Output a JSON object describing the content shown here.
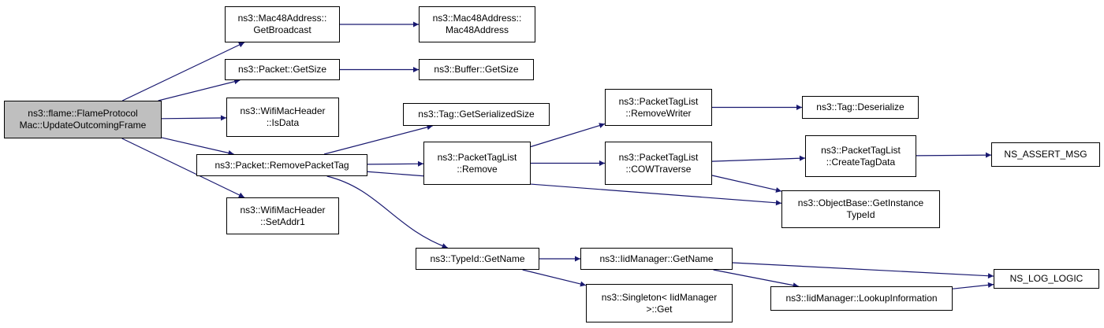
{
  "colors": {
    "edge": "#191970",
    "node_border": "#000000",
    "root_fill": "#bfbfbf",
    "node_fill": "#ffffff"
  },
  "nodes": [
    {
      "id": "root",
      "lines": [
        "ns3::flame::FlameProtocol",
        "Mac::UpdateOutcomingFrame"
      ],
      "root": true
    },
    {
      "id": "mac48-get-broadcast",
      "lines": [
        "ns3::Mac48Address::",
        "GetBroadcast"
      ]
    },
    {
      "id": "mac48-ctor",
      "lines": [
        "ns3::Mac48Address::",
        "Mac48Address"
      ]
    },
    {
      "id": "packet-get-size",
      "lines": [
        "ns3::Packet::GetSize"
      ]
    },
    {
      "id": "buffer-get-size",
      "lines": [
        "ns3::Buffer::GetSize"
      ]
    },
    {
      "id": "wifi-is-data",
      "lines": [
        "ns3::WifiMacHeader",
        "::IsData"
      ]
    },
    {
      "id": "tag-get-serialized-size",
      "lines": [
        "ns3::Tag::GetSerializedSize"
      ]
    },
    {
      "id": "packet-remove-packet-tag",
      "lines": [
        "ns3::Packet::RemovePacketTag"
      ]
    },
    {
      "id": "ptl-remove",
      "lines": [
        "ns3::PacketTagList",
        "::Remove"
      ]
    },
    {
      "id": "ptl-remove-writer",
      "lines": [
        "ns3::PacketTagList",
        "::RemoveWriter"
      ]
    },
    {
      "id": "tag-deserialize",
      "lines": [
        "ns3::Tag::Deserialize"
      ]
    },
    {
      "id": "ptl-cow-traverse",
      "lines": [
        "ns3::PacketTagList",
        "::COWTraverse"
      ]
    },
    {
      "id": "ptl-create-tag-data",
      "lines": [
        "ns3::PacketTagList",
        "::CreateTagData"
      ]
    },
    {
      "id": "ns-assert-msg",
      "lines": [
        "NS_ASSERT_MSG"
      ]
    },
    {
      "id": "objectbase-get-instance-typeid",
      "lines": [
        "ns3::ObjectBase::GetInstance",
        "TypeId"
      ]
    },
    {
      "id": "wifi-set-addr1",
      "lines": [
        "ns3::WifiMacHeader",
        "::SetAddr1"
      ]
    },
    {
      "id": "typeid-get-name",
      "lines": [
        "ns3::TypeId::GetName"
      ]
    },
    {
      "id": "iidmanager-get-name",
      "lines": [
        "ns3::IidManager::GetName"
      ]
    },
    {
      "id": "ns-log-logic",
      "lines": [
        "NS_LOG_LOGIC"
      ]
    },
    {
      "id": "iidmanager-lookup-information",
      "lines": [
        "ns3::IidManager::LookupInformation"
      ]
    },
    {
      "id": "singleton-get",
      "lines": [
        "ns3::Singleton< IidManager",
        ">::Get"
      ]
    }
  ],
  "edges": [
    {
      "from": "root",
      "to": "mac48-get-broadcast"
    },
    {
      "from": "root",
      "to": "packet-get-size"
    },
    {
      "from": "root",
      "to": "wifi-is-data"
    },
    {
      "from": "root",
      "to": "packet-remove-packet-tag"
    },
    {
      "from": "root",
      "to": "wifi-set-addr1"
    },
    {
      "from": "mac48-get-broadcast",
      "to": "mac48-ctor"
    },
    {
      "from": "packet-get-size",
      "to": "buffer-get-size"
    },
    {
      "from": "packet-remove-packet-tag",
      "to": "tag-get-serialized-size"
    },
    {
      "from": "packet-remove-packet-tag",
      "to": "ptl-remove"
    },
    {
      "from": "packet-remove-packet-tag",
      "to": "objectbase-get-instance-typeid"
    },
    {
      "from": "packet-remove-packet-tag",
      "to": "typeid-get-name"
    },
    {
      "from": "ptl-remove",
      "to": "ptl-remove-writer"
    },
    {
      "from": "ptl-remove",
      "to": "ptl-cow-traverse"
    },
    {
      "from": "ptl-remove-writer",
      "to": "tag-deserialize"
    },
    {
      "from": "ptl-cow-traverse",
      "to": "ptl-create-tag-data"
    },
    {
      "from": "ptl-cow-traverse",
      "to": "objectbase-get-instance-typeid"
    },
    {
      "from": "ptl-create-tag-data",
      "to": "ns-assert-msg"
    },
    {
      "from": "typeid-get-name",
      "to": "iidmanager-get-name"
    },
    {
      "from": "typeid-get-name",
      "to": "singleton-get"
    },
    {
      "from": "iidmanager-get-name",
      "to": "ns-log-logic"
    },
    {
      "from": "iidmanager-get-name",
      "to": "iidmanager-lookup-information"
    },
    {
      "from": "iidmanager-lookup-information",
      "to": "ns-log-logic"
    }
  ]
}
